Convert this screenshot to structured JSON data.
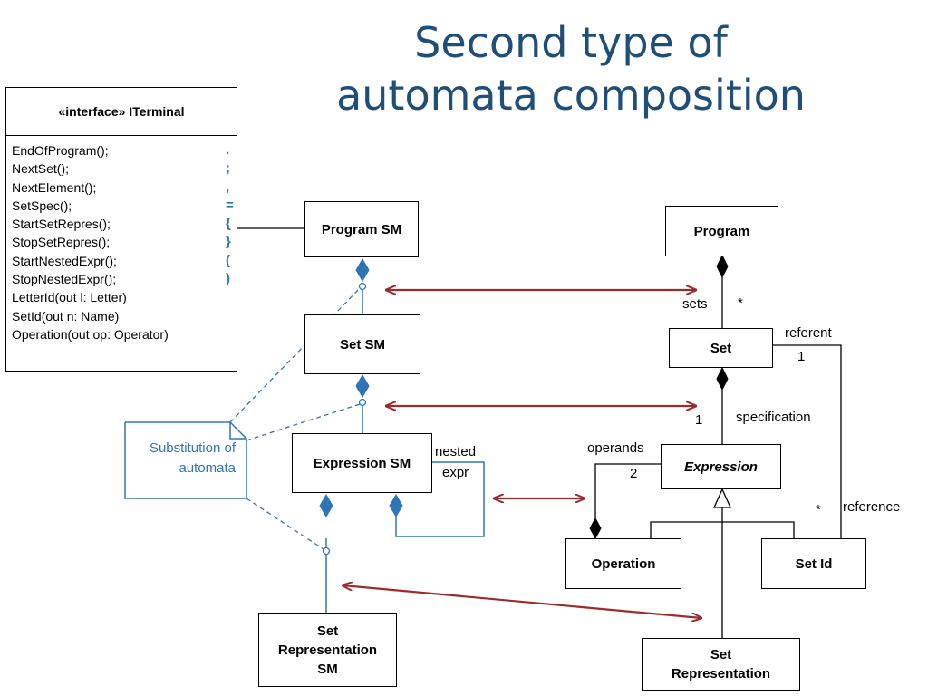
{
  "title": {
    "line1": "Second type of",
    "line2": "automata composition"
  },
  "interface": {
    "header": "«interface» ITerminal",
    "methods": [
      {
        "name": "EndOfProgram();",
        "symbol": "."
      },
      {
        "name": "NextSet();",
        "symbol": ";"
      },
      {
        "name": "NextElement();",
        "symbol": ","
      },
      {
        "name": "SetSpec();",
        "symbol": "="
      },
      {
        "name": "StartSetRepres();",
        "symbol": "{"
      },
      {
        "name": "StopSetRepres();",
        "symbol": "}"
      },
      {
        "name": "StartNestedExpr();",
        "symbol": "("
      },
      {
        "name": "StopNestedExpr();",
        "symbol": ")"
      },
      {
        "name": "LetterId(out l: Letter)",
        "symbol": ""
      },
      {
        "name": "SetId(out n: Name)",
        "symbol": ""
      },
      {
        "name": "Operation(out op: Operator)",
        "symbol": ""
      }
    ]
  },
  "state_machines": {
    "program_sm": "Program SM",
    "set_sm": "Set SM",
    "expression_sm": "Expression SM",
    "set_representation_sm": [
      "Set",
      "Representation",
      "SM"
    ]
  },
  "model": {
    "program": "Program",
    "set": "Set",
    "expression": "Expression",
    "operation": "Operation",
    "set_id": "Set Id",
    "set_representation": [
      "Set",
      "Representation"
    ]
  },
  "labels": {
    "sets": "sets",
    "sets_mult": "*",
    "referent": "referent",
    "referent_mult": "1",
    "spec_mult": "1",
    "specification": "specification",
    "operands": "operands",
    "operands_mult": "2",
    "reference_mult": "*",
    "reference": "reference",
    "nested": "nested",
    "expr": "expr"
  },
  "note": {
    "line1": "Substitution of",
    "line2": "automata"
  },
  "colors": {
    "title": "#1f4e79",
    "blue_lines": "#2e75b6",
    "red_arrows": "#9b2c2c",
    "black": "#000000"
  }
}
